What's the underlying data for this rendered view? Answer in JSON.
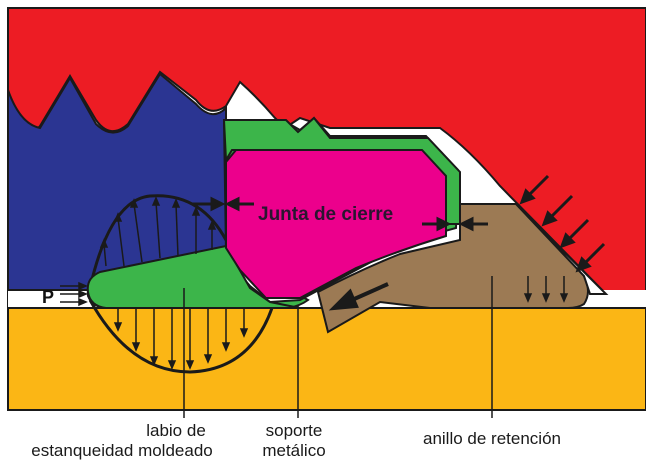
{
  "diagram": {
    "title": "Junta de cierre",
    "pressure_label": "P",
    "labels": {
      "lip_line1": "labio de",
      "lip_line2": "estanqueidad moldeado",
      "support_line1": "soporte",
      "support_line2": "metálico",
      "ring": "anillo de retención"
    }
  },
  "colors": {
    "housing": "#ed1c24",
    "shaft_block": "#2b3592",
    "base": "#fbb615",
    "seal_green": "#3cb54a",
    "seal_core": "#ec008c",
    "ring": "#9c7a54",
    "outline": "#1a1a1a"
  }
}
